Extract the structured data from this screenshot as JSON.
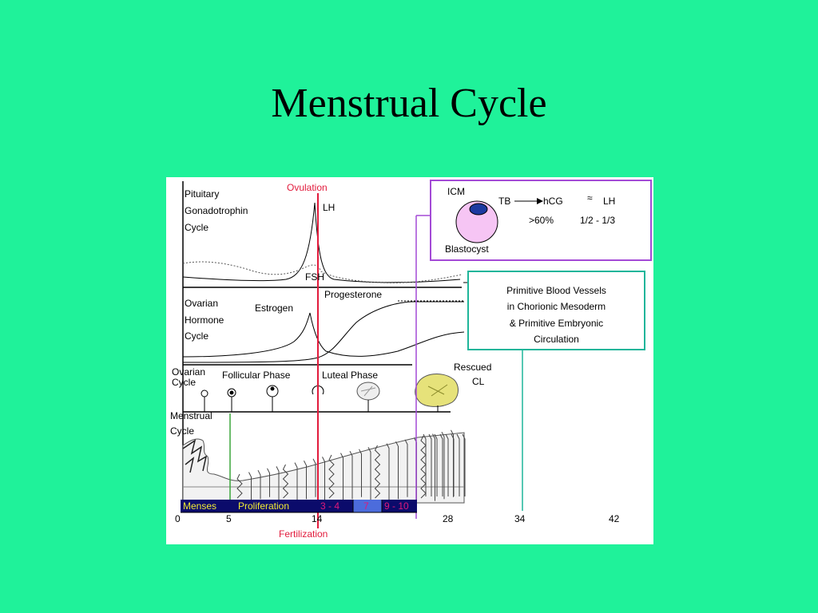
{
  "slide": {
    "title": "Menstrual Cycle"
  },
  "figure": {
    "ovulation": "Ovulation",
    "fertilization": "Fertilization",
    "pituitary": [
      "Pituitary",
      "Gonadotrophin",
      "Cycle"
    ],
    "lh": "LH",
    "fsh": "FSH",
    "progesterone": "Progesterone",
    "ovarian_hormone": [
      "Ovarian",
      "Hormone",
      "Cycle"
    ],
    "estrogen": "Estrogen",
    "ovarian_cycle": [
      "Ovarian",
      "Cycle"
    ],
    "follicular_phase": "Follicular Phase",
    "luteal_phase": "Luteal Phase",
    "rescued_cl": [
      "Rescued",
      "CL"
    ],
    "menstrual_cycle": [
      "Menstrual",
      "Cycle"
    ],
    "bar_segments": [
      {
        "label": "Menses",
        "color": "#f2ec34"
      },
      {
        "label": "Proliferation",
        "color": "#f2ec34"
      },
      {
        "label": "3 - 4",
        "color": "#e0197a"
      },
      {
        "label": "7",
        "color": "#e0197a"
      },
      {
        "label": "9 - 10",
        "color": "#e0197a"
      }
    ],
    "ticks": [
      "0",
      "5",
      "14",
      "28",
      "34",
      "42"
    ],
    "blastocyst_box": {
      "icm": "ICM",
      "tb": "TB",
      "hcg": "hCG",
      "approx": "≈",
      "lh": "LH",
      "pct": ">60%",
      "ratio": "1/2 - 1/3",
      "blastocyst": "Blastocyst"
    },
    "vessels_box": [
      "Primitive Blood Vessels",
      "in Chorionic Mesoderm",
      "& Primitive Embryonic",
      "Circulation"
    ]
  },
  "colors": {
    "background": "#1ff29a",
    "ovulation_line": "#e21b3c",
    "fertilization_line": "#3aa63a",
    "purple_line": "#a34ad6",
    "teal_line": "#1fb59a",
    "bar_dark": "#0b0b6b",
    "bar_light": "#4c6cdc"
  }
}
